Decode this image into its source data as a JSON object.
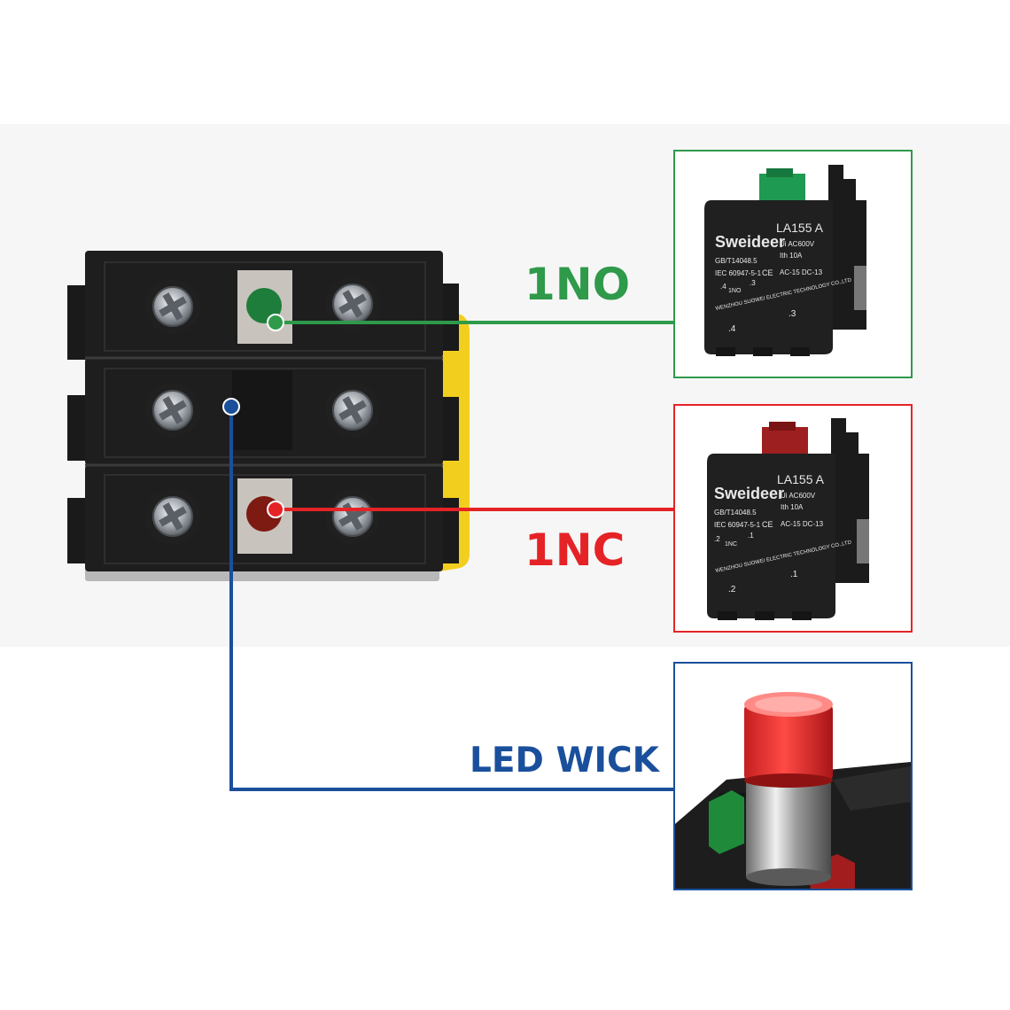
{
  "labels": {
    "no": "1NO",
    "nc": "1NC",
    "led": "LED WICK"
  },
  "contact_no": {
    "brand": "Sweideer",
    "model": "LA155 A",
    "std1": "GB/T14048.5",
    "std2": "IEC 60947-5-1",
    "ui": "Ui  AC600V",
    "ith": "Ith  10A",
    "ce": "CE",
    "ac": "AC-15  DC-13",
    "sym_a": ".4",
    "sym_b": ".3",
    "sym_label": "1NO",
    "maker": "WENZHOU SUOWEI ELECTRIC TECHNOLOGY CO.,LTD",
    "term_left": ".4",
    "term_right": ".3"
  },
  "contact_nc": {
    "brand": "Sweideer",
    "model": "LA155 A",
    "std1": "GB/T14048.5",
    "std2": "IEC 60947-5-1",
    "ui": "Ui  AC600V",
    "ith": "Ith  10A",
    "ce": "CE",
    "ac": "AC-15  DC-13",
    "sym_a": ".2",
    "sym_b": ".1",
    "sym_label": "1NC",
    "maker": "WENZHOU SUOWEI ELECTRIC TECHNOLOGY CO.,LTD",
    "term_left": ".2",
    "term_right": ".1"
  },
  "colors": {
    "no": "#2e9a4a",
    "nc": "#e52326",
    "led": "#1a4f9c",
    "housing": "#1e1e1e",
    "yellow": "#f2cf1e"
  },
  "icons": [
    "screw-icon",
    "green-indicator-dot",
    "red-indicator-dot",
    "blue-indicator-dot"
  ]
}
